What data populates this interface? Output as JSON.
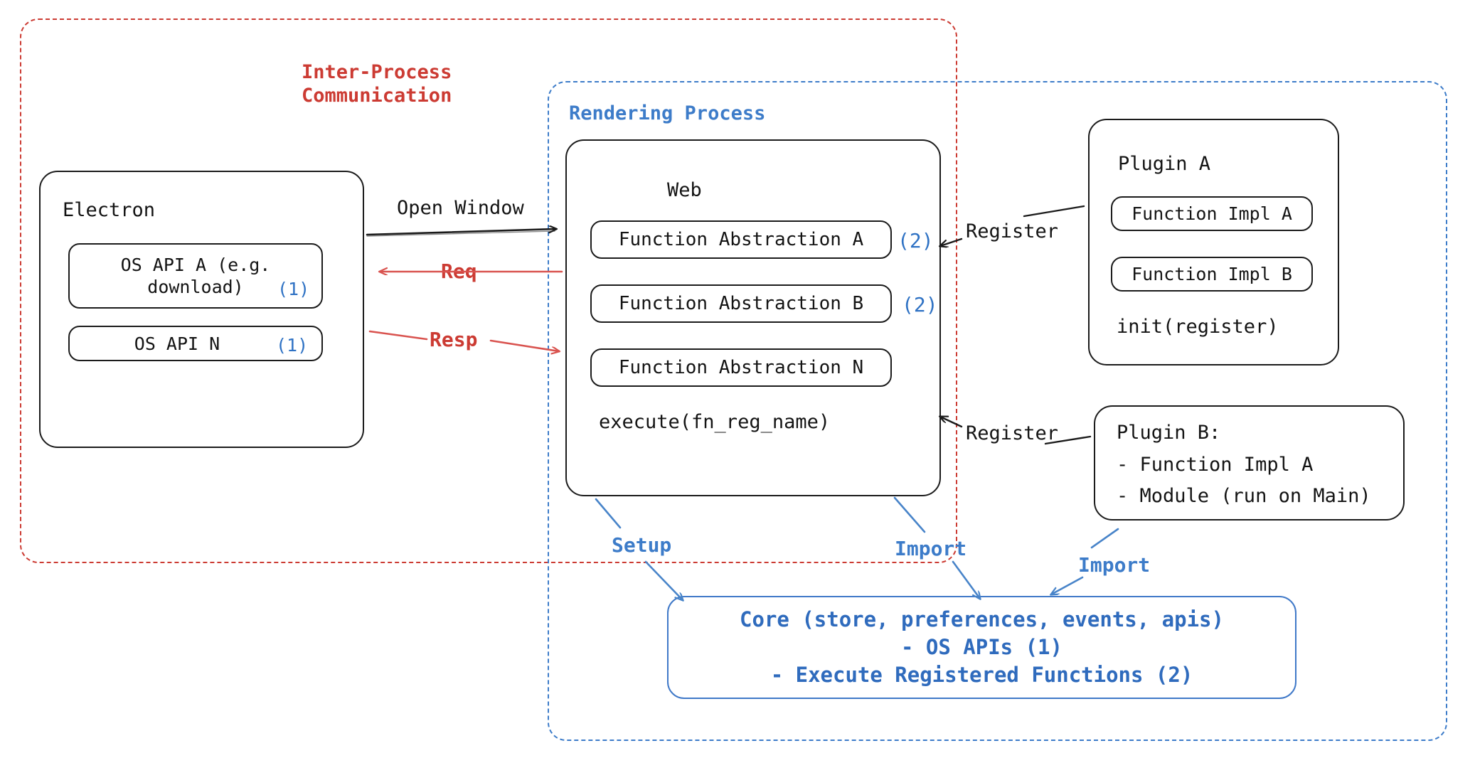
{
  "diagram": {
    "title": "Electron Plugin Architecture",
    "colors": {
      "ipc_red": "#cc3b33",
      "process_blue": "#3d7cc9",
      "marker_blue": "#2f72c4",
      "core_blue": "#2f6bbd",
      "stroke_black": "#1b1b1b"
    }
  },
  "regions": {
    "ipc": {
      "label": "Inter-Process\nCommunication"
    },
    "rendering_process": {
      "label": "Rendering Process"
    }
  },
  "electron": {
    "title": "Electron",
    "apis": [
      {
        "label": "OS API A (e.g.\ndownload)",
        "marker": "(1)"
      },
      {
        "label": "OS API N",
        "marker": "(1)"
      }
    ]
  },
  "web": {
    "title": "Web",
    "abstractions": [
      {
        "label": "Function Abstraction A",
        "marker": "(2)"
      },
      {
        "label": "Function Abstraction B",
        "marker": "(2)"
      },
      {
        "label": "Function Abstraction N",
        "marker": ""
      }
    ],
    "footer": "execute(fn_reg_name)"
  },
  "plugin_a": {
    "title": "Plugin A",
    "functions": [
      "Function Impl A",
      "Function Impl B"
    ],
    "footer": "init(register)"
  },
  "plugin_b": {
    "lines": [
      "Plugin B:",
      "- Function Impl A",
      "- Module (run on Main)"
    ]
  },
  "core": {
    "lines": [
      "Core (store, preferences, events, apis)",
      "- OS APIs (1)",
      "- Execute Registered Functions (2)"
    ]
  },
  "arrows": {
    "open_window": "Open Window",
    "req": "Req",
    "resp": "Resp",
    "register_a": "Register",
    "register_b": "Register",
    "setup": "Setup",
    "import_web": "Import",
    "import_plugin_b": "Import"
  }
}
